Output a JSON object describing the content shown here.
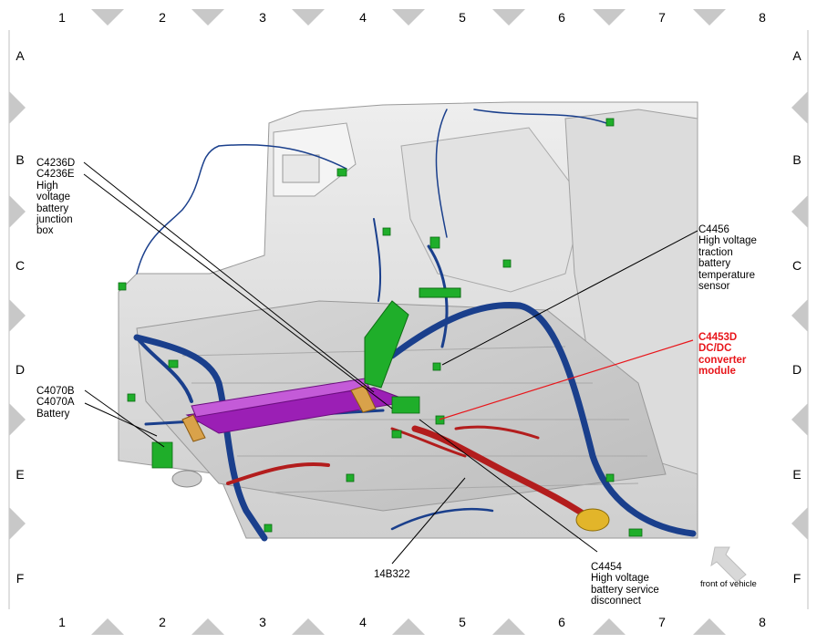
{
  "grid": {
    "columns": [
      "1",
      "2",
      "3",
      "4",
      "5",
      "6",
      "7",
      "8"
    ],
    "rows": [
      "A",
      "B",
      "C",
      "D",
      "E",
      "F"
    ]
  },
  "callouts": [
    {
      "id": "c4236",
      "text": "C4236D\nC4236E\nHigh\nvoltage\nbattery\njunction\nbox"
    },
    {
      "id": "c4070",
      "text": "C4070B\nC4070A\nBattery"
    },
    {
      "id": "c4456",
      "text": "C4456\nHigh voltage\ntraction\nbattery\ntemperature\nsensor"
    },
    {
      "id": "c4453",
      "text": "C4453D\nDC/DC\nconverter\nmodule"
    },
    {
      "id": "b322",
      "text": "14B322"
    },
    {
      "id": "c4454",
      "text": "C4454\nHigh voltage\nbattery service\ndisconnect"
    }
  ],
  "front_label": "front of vehicle",
  "colors": {
    "harness_blue": "#1a3f8c",
    "hv_cable_red": "#b31d1d",
    "connector_green": "#1fae2a",
    "battery_purple": "#9b1fb5",
    "accent_red": "#e8151a"
  }
}
